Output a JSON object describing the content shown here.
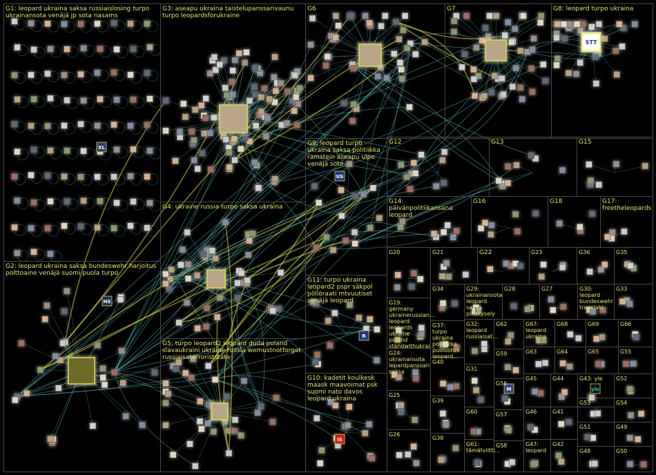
{
  "colors": {
    "background": "#000000",
    "group_border": "#4a4a4a",
    "label": "#e8e866",
    "edge": "#5fc8c8",
    "edge_highlight": "#dede3a",
    "node_border": "#3a3a3a"
  },
  "groups": [
    {
      "id": "G1",
      "label": "G1: leopard ukraina saksa russiaislosing turpo ukrainansota venäjä jp sota nasams",
      "nodes": 84
    },
    {
      "id": "G2",
      "label": "G2: leopard ukraina saksa bundeswehr harjoitus polttoaine venäjä suomi puola turpo",
      "nodes": 30
    },
    {
      "id": "G3",
      "label": "G3: aseapu ukraina taistelupanssarivaunu turpo leopardsforukraine",
      "nodes": 90
    },
    {
      "id": "G4",
      "label": "G4: ukraine russia turpo saksa ukraina",
      "nodes": 40
    },
    {
      "id": "G5",
      "label": "G5: turpo leopard2 leopard duda poland slavaukraini ukraine russia wemustnotforget russiaisaterroriststate",
      "nodes": 35
    },
    {
      "id": "G6",
      "label": "G6",
      "nodes": 40
    },
    {
      "id": "G7",
      "label": "G7",
      "nodes": 45
    },
    {
      "id": "G8",
      "label": "G8: leopard turpo ukraina",
      "nodes": 30
    },
    {
      "id": "G9",
      "label": "G9: leopard turpo ukraina saksa politiikka ramstein aseapu ulpo venäjä sota",
      "nodes": 16
    },
    {
      "id": "G10",
      "label": "G10: kadetit koulkesk maask maavoimat psk suomi nato davos leopard ukraina",
      "nodes": 14
    },
    {
      "id": "G11",
      "label": "G11: turpo ukraina leopard2 pspr säkpol pöllöraati mtvuutiset venäjä leopard",
      "nodes": 14
    },
    {
      "id": "G12",
      "label": "G12",
      "nodes": 11
    },
    {
      "id": "G13",
      "label": "G13",
      "nodes": 9
    },
    {
      "id": "G14",
      "label": "G14: päivänpolitiikansana leopard",
      "nodes": 8
    },
    {
      "id": "G15",
      "label": "G15",
      "nodes": 6
    },
    {
      "id": "G16",
      "label": "G16",
      "nodes": 7
    },
    {
      "id": "G17",
      "label": "G17: freetheleopards",
      "nodes": 4
    },
    {
      "id": "G18",
      "label": "G18",
      "nodes": 4
    },
    {
      "id": "G19",
      "label": "G19: germany ukrainerussian... leopard leopards ukraine poland standwithukrai...",
      "nodes": 5
    },
    {
      "id": "G20",
      "label": "G20",
      "nodes": 5
    },
    {
      "id": "G21",
      "label": "G21",
      "nodes": 5
    },
    {
      "id": "G22",
      "label": "G22",
      "nodes": 5
    },
    {
      "id": "G23",
      "label": "G23",
      "nodes": 4
    },
    {
      "id": "G24",
      "label": "G24: ukrainansota lepardpanssari saksa",
      "nodes": 4
    },
    {
      "id": "G25",
      "label": "G25",
      "nodes": 4
    },
    {
      "id": "G26",
      "label": "G26",
      "nodes": 4
    },
    {
      "id": "G27",
      "label": "G27",
      "nodes": 3
    },
    {
      "id": "G28",
      "label": "G28",
      "nodes": 3
    },
    {
      "id": "G29",
      "label": "G29: ukrainansota leopard saksa pikakysely",
      "nodes": 3
    },
    {
      "id": "G30",
      "label": "G30: leopard bundeswehr translaki",
      "nodes": 3
    },
    {
      "id": "G31",
      "label": "G31",
      "nodes": 3
    },
    {
      "id": "G32",
      "label": "G32: leopard russiaisat...",
      "nodes": 3
    },
    {
      "id": "G33",
      "label": "G33",
      "nodes": 3
    },
    {
      "id": "G34",
      "label": "G34",
      "nodes": 3
    },
    {
      "id": "G35",
      "label": "G35",
      "nodes": 3
    },
    {
      "id": "G36",
      "label": "G36",
      "nodes": 3
    },
    {
      "id": "G37",
      "label": "G37: turpo ukraina politiikka puolustus leopard...",
      "nodes": 3
    },
    {
      "id": "G38",
      "label": "G38",
      "nodes": 3
    },
    {
      "id": "G39",
      "label": "G39",
      "nodes": 3
    },
    {
      "id": "G40",
      "label": "G40",
      "nodes": 3
    },
    {
      "id": "G41",
      "label": "G41",
      "nodes": 2
    },
    {
      "id": "G42",
      "label": "G42",
      "nodes": 2
    },
    {
      "id": "G43",
      "label": "G43: yle",
      "nodes": 2
    },
    {
      "id": "G44",
      "label": "G44",
      "nodes": 2
    },
    {
      "id": "G45",
      "label": "G45",
      "nodes": 2
    },
    {
      "id": "G46",
      "label": "G46",
      "nodes": 2
    },
    {
      "id": "G47",
      "label": "G47: leopard",
      "nodes": 2
    },
    {
      "id": "G48",
      "label": "G48",
      "nodes": 2
    },
    {
      "id": "G49",
      "label": "G49",
      "nodes": 2
    },
    {
      "id": "G50",
      "label": "G50",
      "nodes": 2
    },
    {
      "id": "G51",
      "label": "G51",
      "nodes": 2
    },
    {
      "id": "G52",
      "label": "G52",
      "nodes": 2
    },
    {
      "id": "G53",
      "label": "G53",
      "nodes": 2
    },
    {
      "id": "G54",
      "label": "G54",
      "nodes": 2
    },
    {
      "id": "G55",
      "label": "G55",
      "nodes": 2
    },
    {
      "id": "G56",
      "label": "G56",
      "nodes": 2
    },
    {
      "id": "G57",
      "label": "G57",
      "nodes": 2
    },
    {
      "id": "G58",
      "label": "G58",
      "nodes": 2
    },
    {
      "id": "G59",
      "label": "G59",
      "nodes": 2
    },
    {
      "id": "G60",
      "label": "G60",
      "nodes": 2
    },
    {
      "id": "G61",
      "label": "G61: tämätviitti...",
      "nodes": 2
    },
    {
      "id": "G62",
      "label": "G62",
      "nodes": 2
    },
    {
      "id": "G63",
      "label": "G63",
      "nodes": 2
    },
    {
      "id": "G64",
      "label": "G64",
      "nodes": 2
    },
    {
      "id": "G65",
      "label": "G65",
      "nodes": 2
    },
    {
      "id": "G66",
      "label": "G66",
      "nodes": 2
    },
    {
      "id": "G67",
      "label": "G67: leopard ukraina",
      "nodes": 2
    },
    {
      "id": "G68",
      "label": "G68",
      "nodes": 2
    },
    {
      "id": "G69",
      "label": "G69",
      "nodes": 2
    }
  ],
  "node_badges": [
    {
      "text": "STT",
      "group": "G8"
    },
    {
      "text": "HS",
      "group": "G2"
    },
    {
      "text": "IS",
      "group": "G10"
    },
    {
      "text": "R",
      "group": "G11"
    },
    {
      "text": "M",
      "group": "G56"
    },
    {
      "text": "XL",
      "group": "G1"
    },
    {
      "text": "US",
      "group": "G9"
    },
    {
      "text": "yle",
      "group": "G43"
    }
  ]
}
